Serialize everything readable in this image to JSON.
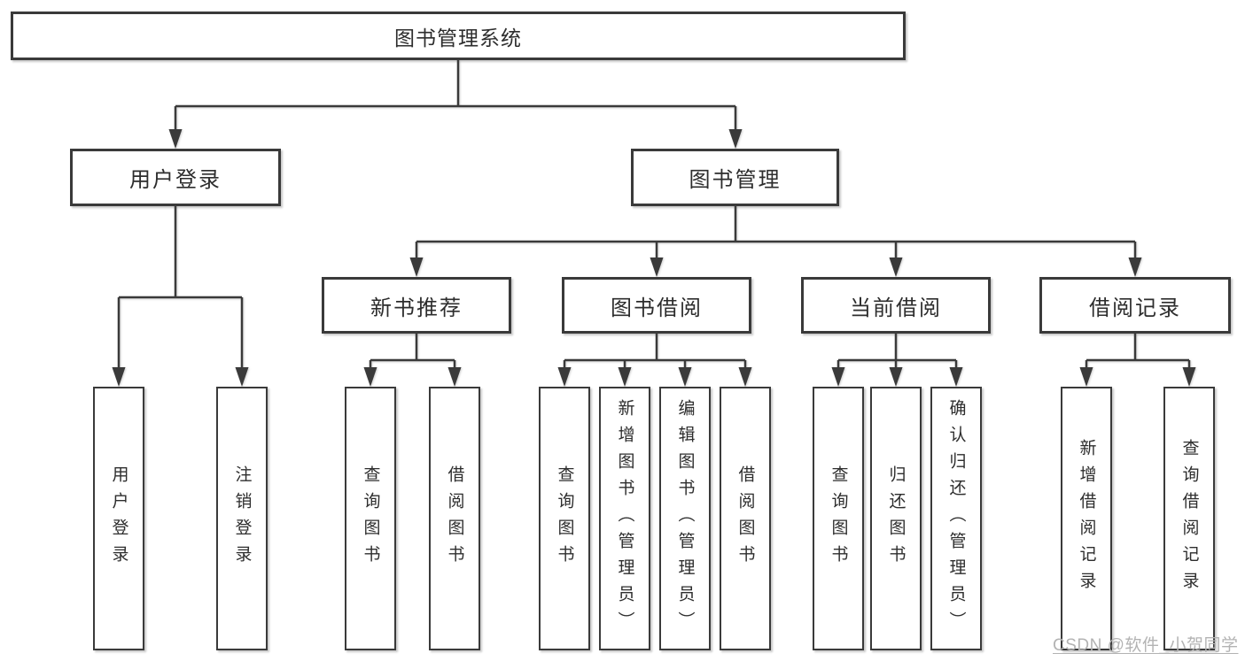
{
  "diagram": {
    "root": {
      "label": "图书管理系统"
    },
    "branches": [
      {
        "label": "用户登录",
        "children": [
          {
            "label": "用户登录"
          },
          {
            "label": "注销登录"
          }
        ]
      },
      {
        "label": "图书管理",
        "sections": [
          {
            "label": "新书推荐",
            "children": [
              {
                "label": "查询图书"
              },
              {
                "label": "借阅图书"
              }
            ]
          },
          {
            "label": "图书借阅",
            "children": [
              {
                "label": "查询图书"
              },
              {
                "label": "新增图书（管理员）"
              },
              {
                "label": "编辑图书（管理员）"
              },
              {
                "label": "借阅图书"
              }
            ]
          },
          {
            "label": "当前借阅",
            "children": [
              {
                "label": "查询图书"
              },
              {
                "label": "归还图书"
              },
              {
                "label": "确认归还（管理员）"
              }
            ]
          },
          {
            "label": "借阅记录",
            "children": [
              {
                "label": "新增借阅记录"
              },
              {
                "label": "查询借阅记录"
              }
            ]
          }
        ]
      }
    ],
    "watermark": "CSDN @软件_小贺同学",
    "colors": {
      "line": "#3a3a3a",
      "border": "#3a3a3a",
      "text": "#2d2d2d",
      "watermark": "#b3b3b3",
      "background": "#ffffff"
    }
  }
}
